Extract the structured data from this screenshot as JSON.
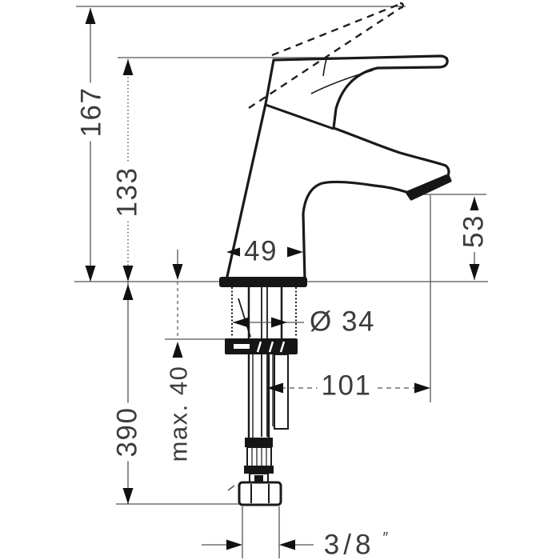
{
  "page": {
    "background": "#ffffff",
    "outline_color": "#1a1a1a",
    "dim_line_color": "#555555",
    "text_color": "#3c3c3c"
  },
  "drawing": {
    "subject": "single-lever basin faucet - dimensioned side elevation",
    "unit": "mm",
    "dimensions": {
      "overall_height_open": "167",
      "height_to_handle_top": "133",
      "outlet_height": "53",
      "body_base_width": "49",
      "shank_diameter": "Ø 34",
      "spout_reach": "101",
      "max_mounting_thickness": "max. 40",
      "supply_hose_length": "390",
      "connection_size": "3/8",
      "connection_size_unit": "″"
    }
  }
}
